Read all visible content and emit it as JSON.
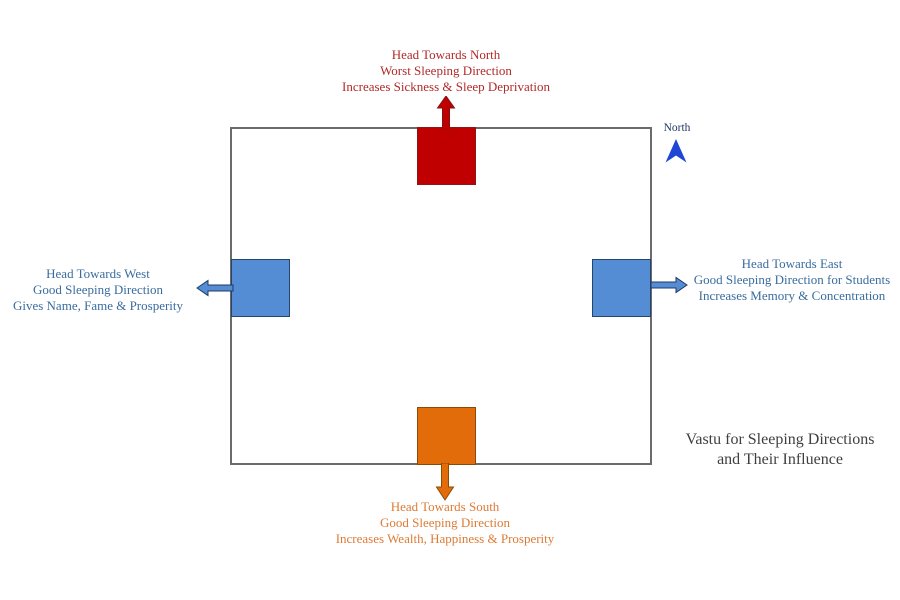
{
  "title": {
    "line1": "Vastu for Sleeping Directions",
    "line2": "and Their Influence",
    "color": "#3f3f3f"
  },
  "compass": {
    "label": "North",
    "label_color": "#1f3864",
    "arrow_color": "#1e47d6"
  },
  "room": {
    "border_color": "#6b6b6b"
  },
  "directions": {
    "north": {
      "lines": [
        "Head Towards North",
        "Worst Sleeping Direction",
        "Increases Sickness & Sleep Deprivation"
      ],
      "text_color": "#b22a2a",
      "square_color": "#c00000"
    },
    "west": {
      "lines": [
        "Head Towards West",
        "Good Sleeping Direction",
        "Gives Name, Fame & Prosperity"
      ],
      "text_color": "#3a6c9e",
      "square_color": "#548dd4"
    },
    "east": {
      "lines": [
        "Head Towards East",
        "Good Sleeping Direction for Students",
        "Increases Memory & Concentration"
      ],
      "text_color": "#3a6c9e",
      "square_color": "#548dd4"
    },
    "south": {
      "lines": [
        "Head Towards South",
        "Good Sleeping Direction",
        "Increases Wealth, Happiness & Prosperity"
      ],
      "text_color": "#dd7b35",
      "square_color": "#e36c0a"
    }
  }
}
